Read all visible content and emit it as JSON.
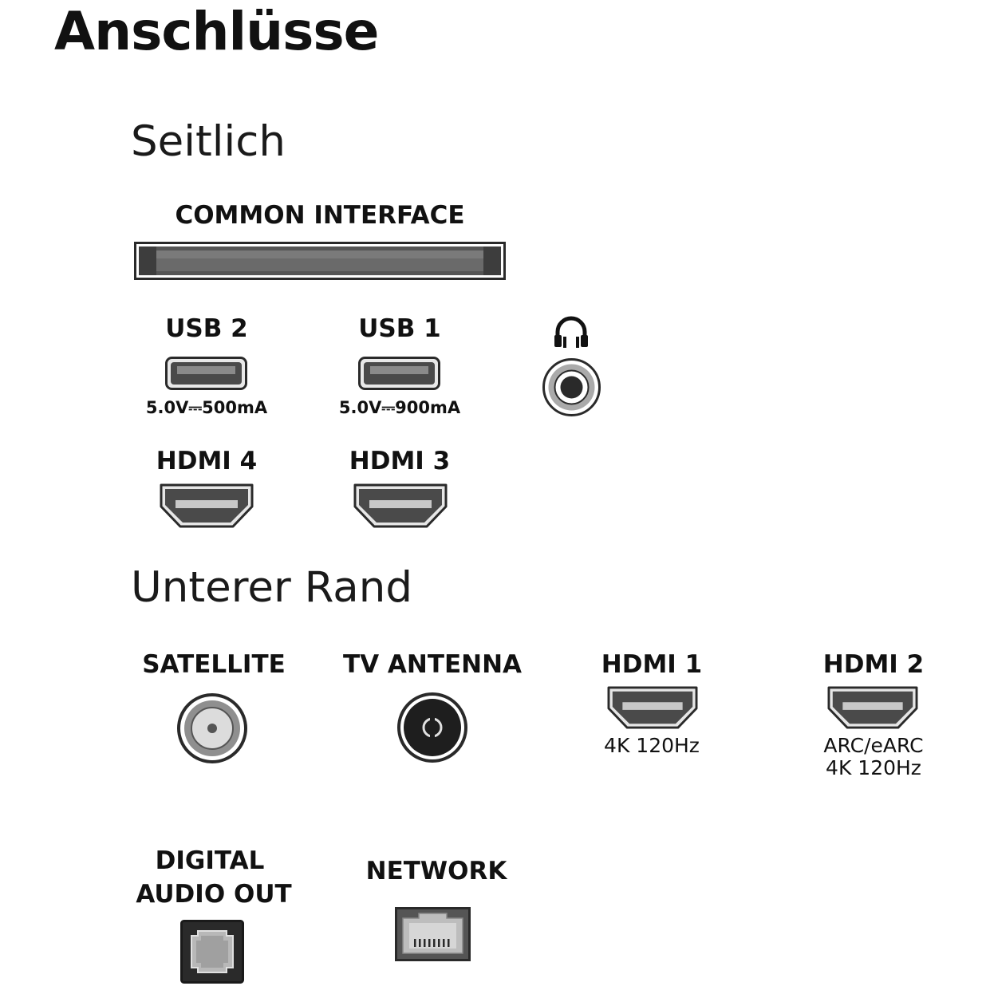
{
  "page": {
    "title": "Anschlüsse"
  },
  "side": {
    "heading": "Seitlich",
    "ci": {
      "label": "COMMON INTERFACE",
      "icon": "ci-slot-icon"
    },
    "usb2": {
      "label": "USB 2",
      "spec": "5.0V⎓500mA",
      "icon": "usb-port-icon"
    },
    "usb1": {
      "label": "USB 1",
      "spec": "5.0V⎓900mA",
      "icon": "usb-port-icon"
    },
    "headphone": {
      "icon": "headphone-icon",
      "jack_icon": "audio-jack-icon"
    },
    "hdmi4": {
      "label": "HDMI 4",
      "icon": "hdmi-port-icon"
    },
    "hdmi3": {
      "label": "HDMI 3",
      "icon": "hdmi-port-icon"
    }
  },
  "bottom": {
    "heading": "Unterer Rand",
    "satellite": {
      "label": "SATELLITE",
      "icon": "satellite-connector-icon"
    },
    "antenna": {
      "label": "TV ANTENNA",
      "icon": "antenna-connector-icon"
    },
    "hdmi1": {
      "label": "HDMI 1",
      "note": "4K 120Hz",
      "icon": "hdmi-port-icon"
    },
    "hdmi2": {
      "label": "HDMI 2",
      "note1": "ARC/eARC",
      "note2": "4K 120Hz",
      "icon": "hdmi-port-icon"
    },
    "digital_audio": {
      "label1": "DIGITAL",
      "label2": "AUDIO OUT",
      "icon": "optical-port-icon"
    },
    "network": {
      "label": "NETWORK",
      "icon": "ethernet-port-icon"
    }
  },
  "colors": {
    "text": "#111111",
    "port_dark": "#4a4a4a",
    "port_mid": "#9a9a9a",
    "background": "#ffffff"
  }
}
